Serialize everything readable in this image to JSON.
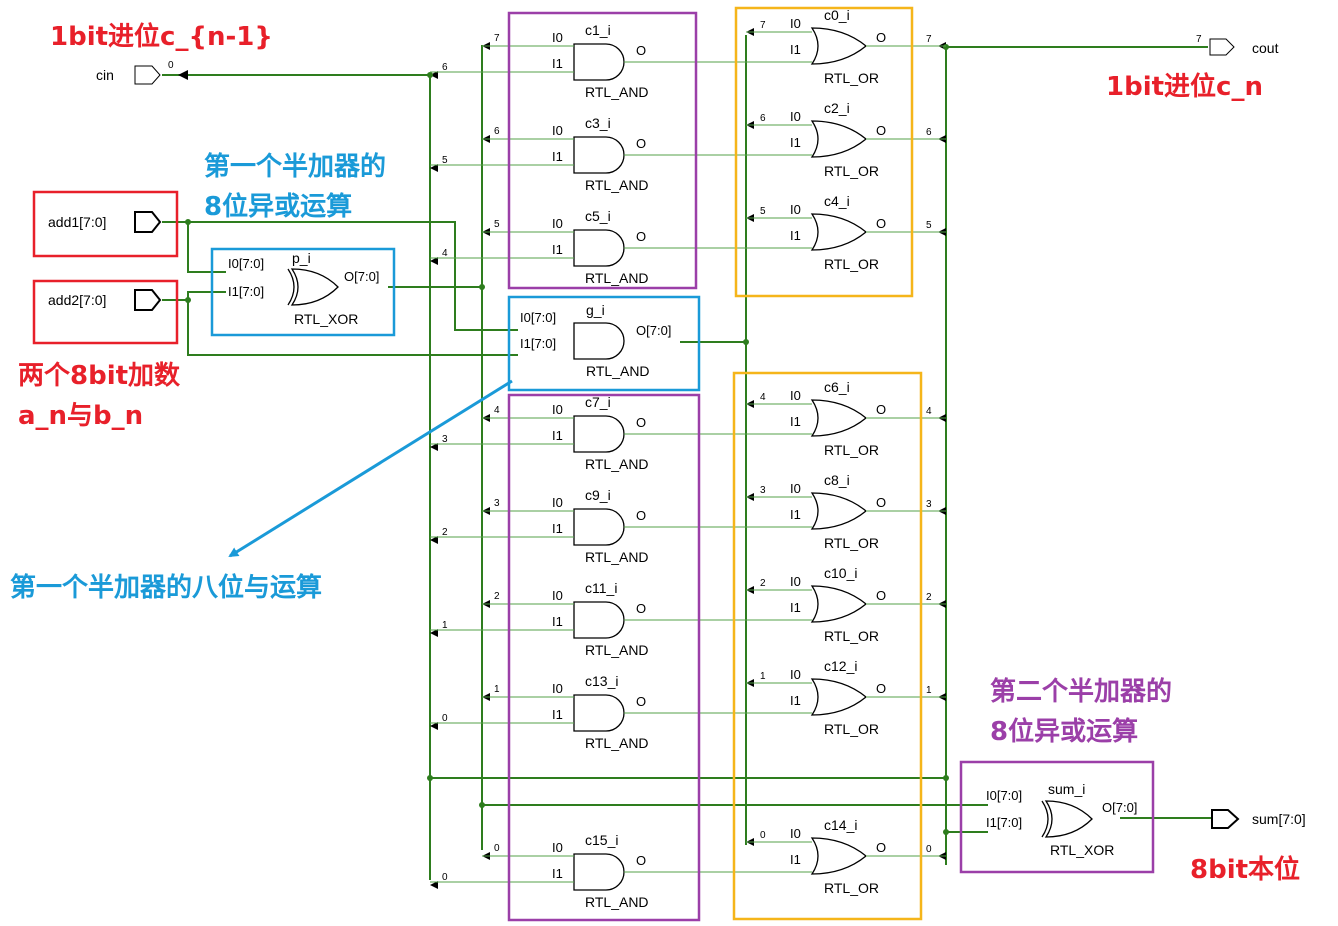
{
  "colors": {
    "red": "#e8202a",
    "blue": "#1a9ad8",
    "purple": "#9b3fa8",
    "orange": "#f5b51a",
    "wire": "#2e7d1e"
  },
  "annotations": {
    "carry_in": "1bit进位c_{n-1}",
    "carry_out": "1bit进位c_n",
    "xor1_line1": "第一个半加器的",
    "xor1_line2": "8位异或运算",
    "inputs_line1": "两个8bit加数",
    "inputs_line2": "a_n与b_n",
    "and1": "第一个半加器的八位与运算",
    "xor2_line1": "第二个半加器的",
    "xor2_line2": "8位异或运算",
    "sum": "8bit本位"
  },
  "ports": {
    "cin": "cin",
    "cout": "cout",
    "add1": "add1[7:0]",
    "add2": "add2[7:0]",
    "sum": "sum[7:0]"
  },
  "gate_pins": {
    "i0": "I0",
    "i1": "I1",
    "o": "O",
    "i0_bus": "I0[7:0]",
    "i1_bus": "I1[7:0]",
    "o_bus": "O[7:0]"
  },
  "big_gates": {
    "p": {
      "name": "p_i",
      "type": "RTL_XOR"
    },
    "g": {
      "name": "g_i",
      "type": "RTL_AND"
    },
    "sum": {
      "name": "sum_i",
      "type": "RTL_XOR"
    }
  },
  "and_gates": [
    {
      "name": "c1_i",
      "type": "RTL_AND"
    },
    {
      "name": "c3_i",
      "type": "RTL_AND"
    },
    {
      "name": "c5_i",
      "type": "RTL_AND"
    },
    {
      "name": "c7_i",
      "type": "RTL_AND"
    },
    {
      "name": "c9_i",
      "type": "RTL_AND"
    },
    {
      "name": "c11_i",
      "type": "RTL_AND"
    },
    {
      "name": "c13_i",
      "type": "RTL_AND"
    },
    {
      "name": "c15_i",
      "type": "RTL_AND"
    }
  ],
  "or_gates": [
    {
      "name": "c0_i",
      "type": "RTL_OR"
    },
    {
      "name": "c2_i",
      "type": "RTL_OR"
    },
    {
      "name": "c4_i",
      "type": "RTL_OR"
    },
    {
      "name": "c6_i",
      "type": "RTL_OR"
    },
    {
      "name": "c8_i",
      "type": "RTL_OR"
    },
    {
      "name": "c10_i",
      "type": "RTL_OR"
    },
    {
      "name": "c12_i",
      "type": "RTL_OR"
    },
    {
      "name": "c14_i",
      "type": "RTL_OR"
    }
  ],
  "bit_labels": {
    "cin_bit": "0",
    "cout_bit": "7",
    "left_bus": [
      "6",
      "5",
      "4",
      "3",
      "2",
      "1",
      "0",
      "0"
    ],
    "and_bus": [
      "7",
      "6",
      "5",
      "4",
      "3",
      "2",
      "1",
      "0"
    ],
    "or_in_bus": [
      "7",
      "6",
      "5",
      "4",
      "3",
      "2",
      "1",
      "0"
    ],
    "or_out_bus": [
      "7",
      "6",
      "5",
      "4",
      "3",
      "2",
      "1",
      "0"
    ]
  }
}
